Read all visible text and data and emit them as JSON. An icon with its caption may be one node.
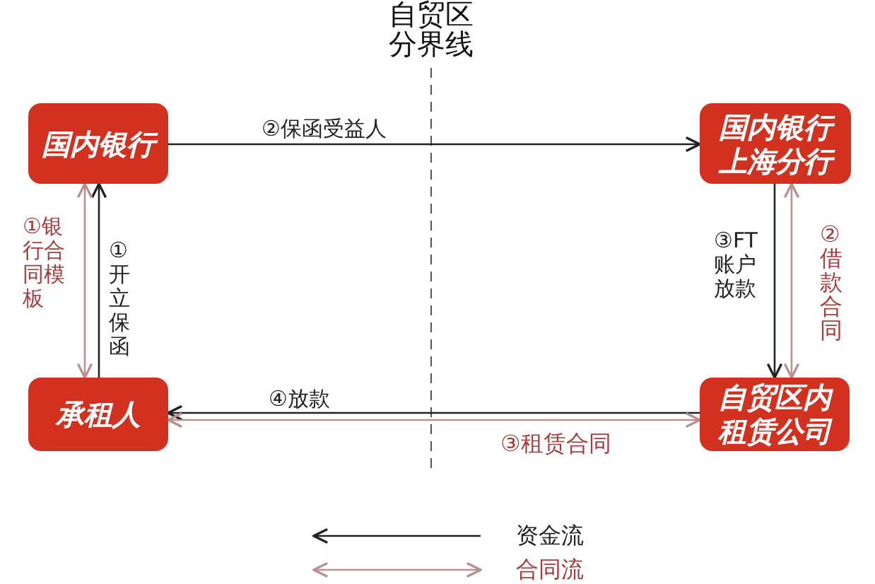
{
  "diagram": {
    "nodes": [
      {
        "text": [
          "国内银行"
        ]
      },
      {
        "text": [
          "国内银行上海分行"
        ]
      },
      {
        "text": [
          "承租人"
        ]
      },
      {
        "text": [
          "自贸区内租赁公司"
        ]
      }
    ],
    "edges": [
      {
        "from": 0,
        "to": 1,
        "arrow": "to",
        "label": "②保函受益人"
      },
      {
        "from": 2,
        "to": 0,
        "arrow": "to",
        "label": "①开立保函"
      },
      {
        "from": 0,
        "to": 2,
        "arrow": "both",
        "label": "①银行合同模板",
        "color": "#b89090"
      },
      {
        "from": 1,
        "to": 3,
        "arrow": "to",
        "label": "③FT账户放款"
      },
      {
        "from": 1,
        "to": 3,
        "arrow": "both",
        "label": "②借款合同",
        "color": "#b89090"
      },
      {
        "from": 3,
        "to": 2,
        "arrow": "to",
        "label": "④放款"
      },
      {
        "from": 2,
        "to": 3,
        "arrow": "both",
        "label": "③租赁合同",
        "color": "#b89090"
      }
    ],
    "labels": [
      "自贸区分界线"
    ],
    "legend": [
      {
        "text": "资金流"
      },
      {
        "text": "合同流"
      }
    ]
  }
}
